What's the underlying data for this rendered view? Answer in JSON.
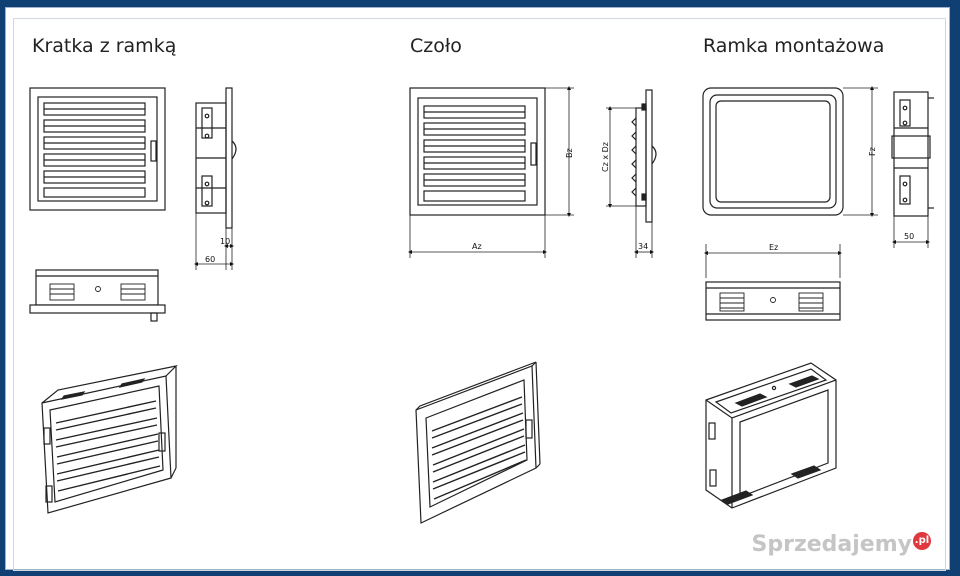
{
  "titles": {
    "grille_with_frame": "Kratka z ramką",
    "front": "Czoło",
    "mounting_frame": "Ramka montażowa"
  },
  "dimensions": {
    "depth_10": "10",
    "depth_60": "60",
    "depth_34": "34",
    "depth_50": "50",
    "az": "Az",
    "bz": "Bz",
    "cz_dz": "Cz x Dz",
    "ez": "Ez",
    "fz": "Fz"
  },
  "watermark": {
    "text": "Sprzedajemy",
    "suffix": ".pl"
  }
}
